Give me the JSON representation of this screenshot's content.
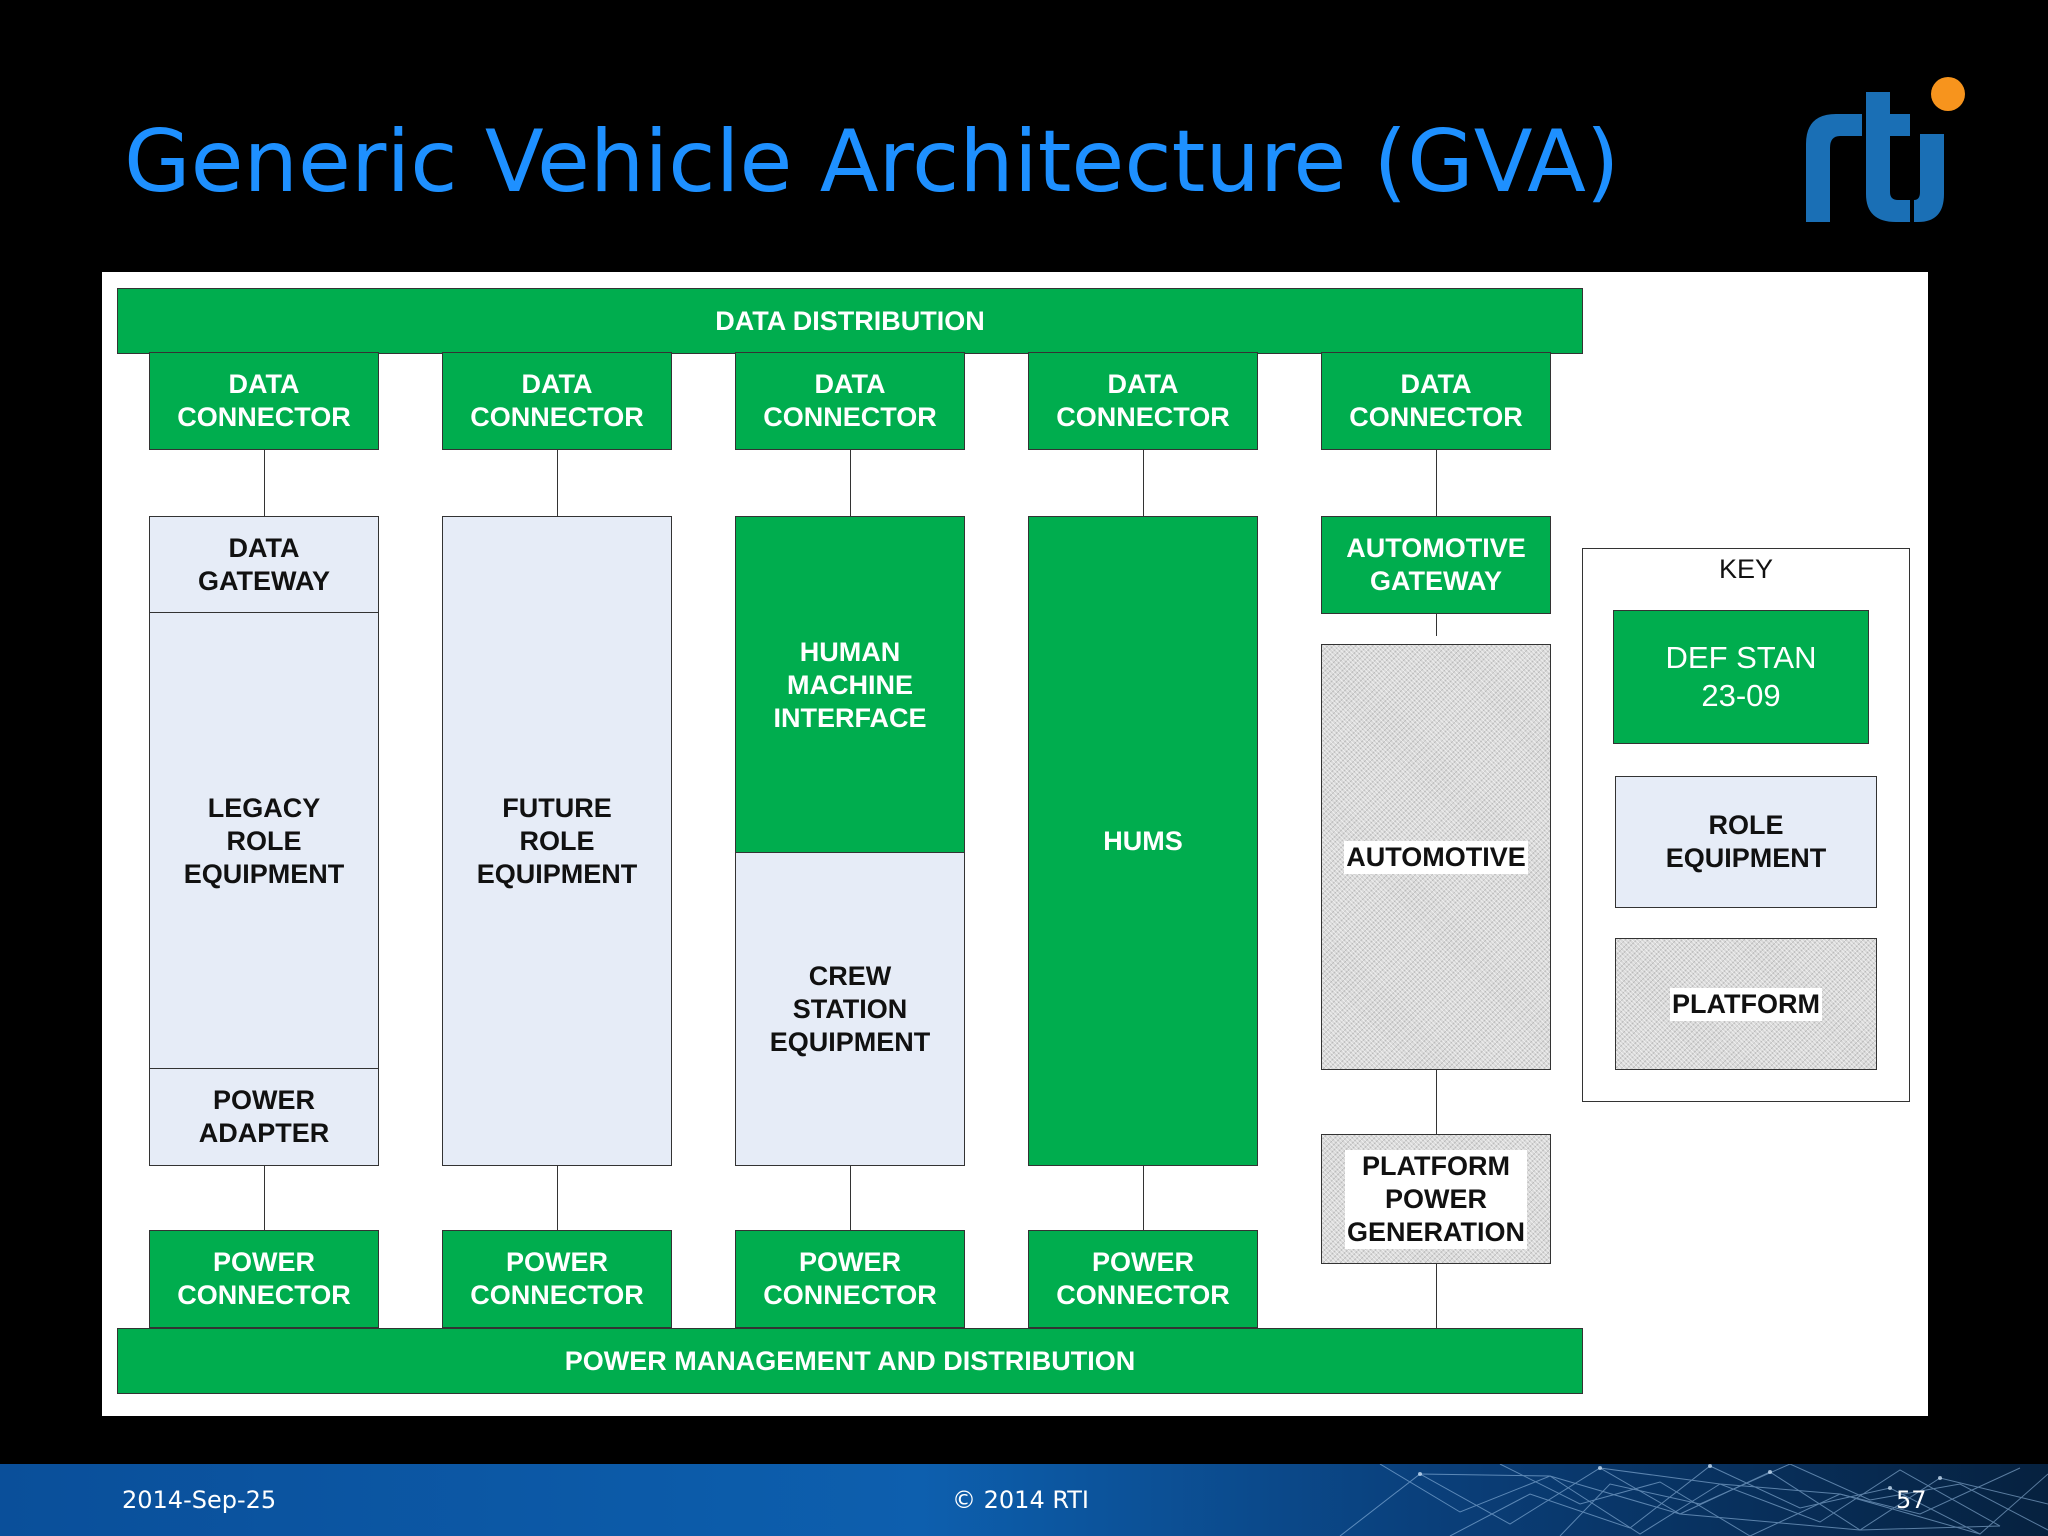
{
  "slide": {
    "title": "Generic Vehicle Architecture (GVA)",
    "logo_text": "rti"
  },
  "diagram": {
    "data_distribution": "DATA DISTRIBUTION",
    "power_distribution": "POWER MANAGEMENT AND DISTRIBUTION",
    "data_connector": "DATA\nCONNECTOR",
    "power_connector": "POWER\nCONNECTOR",
    "col1": {
      "gateway": "DATA\nGATEWAY",
      "equipment": "LEGACY\nROLE\nEQUIPMENT",
      "adapter": "POWER\nADAPTER"
    },
    "col2": {
      "equipment": "FUTURE\nROLE\nEQUIPMENT"
    },
    "col3": {
      "hmi": "HUMAN\nMACHINE\nINTERFACE",
      "crew": "CREW\nSTATION\nEQUIPMENT"
    },
    "col4": {
      "hums": "HUMS"
    },
    "col5": {
      "gateway": "AUTOMOTIVE\nGATEWAY",
      "automotive": "AUTOMOTIVE",
      "power_gen": "PLATFORM\nPOWER\nGENERATION"
    },
    "key": {
      "title": "KEY",
      "def_stan": "DEF STAN\n23-09",
      "role": "ROLE\nEQUIPMENT",
      "platform": "PLATFORM"
    }
  },
  "footer": {
    "date": "2014-Sep-25",
    "copyright": "© 2014 RTI",
    "page": "57"
  },
  "colors": {
    "title": "#1e90ff",
    "green": "#00ad4e",
    "role": "#e6ecf7",
    "platform": "#d9d9d9",
    "logo_blue": "#1a6fb5",
    "logo_orange": "#f7941d"
  }
}
